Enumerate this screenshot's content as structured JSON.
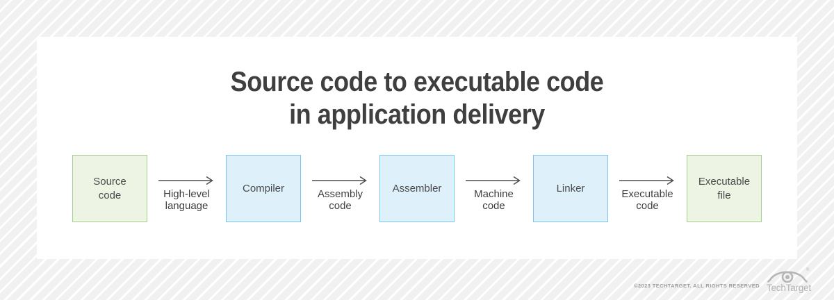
{
  "title": {
    "line1": "Source code to executable code",
    "line2": "in application delivery"
  },
  "flow": {
    "nodes": [
      {
        "label": "Source\ncode",
        "type": "green"
      },
      {
        "label": "Compiler",
        "type": "blue"
      },
      {
        "label": "Assembler",
        "type": "blue"
      },
      {
        "label": "Linker",
        "type": "blue"
      },
      {
        "label": "Executable\nfile",
        "type": "green"
      }
    ],
    "connectors": [
      {
        "label": "High-level\nlanguage"
      },
      {
        "label": "Assembly\ncode"
      },
      {
        "label": "Machine\ncode"
      },
      {
        "label": "Executable\ncode"
      }
    ]
  },
  "footer": {
    "copyright": "©2023 TECHTARGET. ALL RIGHTS RESERVED",
    "logo_text": "TechTarget",
    "registered_mark": "®"
  },
  "colors": {
    "green_fill": "#edf4e3",
    "green_border": "#a4ce8d",
    "blue_fill": "#def0fa",
    "blue_border": "#7bc7eb",
    "title_text": "#3f3f3f",
    "box_text": "#4a4a4a",
    "arrow": "#4d4d4d",
    "background_stripe": "#f1f1f1",
    "card_background": "#ffffff",
    "footer_text": "#9e9e9e",
    "logo_gray": "#b6b6b6"
  }
}
